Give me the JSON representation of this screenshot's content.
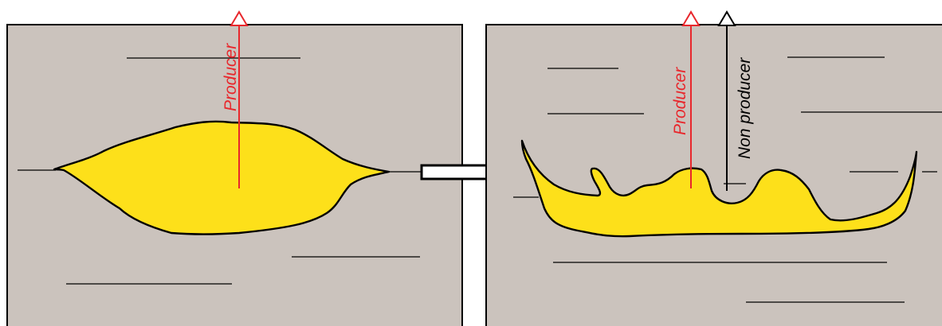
{
  "left_panel": {
    "well_label": "Producer"
  },
  "right_panel": {
    "producer_label": "Producer",
    "non_producer_label": "Non producer"
  },
  "colors": {
    "background_rock": "#cbc3bd",
    "reservoir_body": "#fde01a",
    "producer_well": "#e8272c",
    "non_producer_well": "#000000"
  }
}
